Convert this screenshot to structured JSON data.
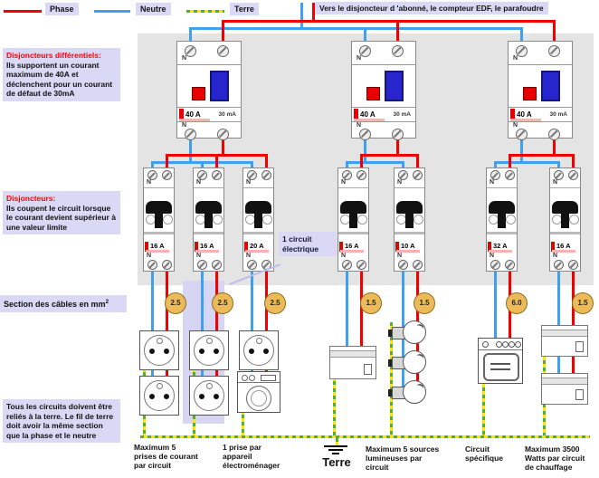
{
  "legend": {
    "items": [
      {
        "label": "Phase"
      },
      {
        "label": "Neutre"
      },
      {
        "label": "Terre"
      }
    ]
  },
  "top_note": "Vers le disjoncteur d 'abonné, le compteur EDF, le parafoudre",
  "labels": {
    "n": "N"
  },
  "info_boxes": {
    "differentials": {
      "title": "Disjoncteurs différentiels:",
      "body": "Ils supportent un courant maximum de 40A et déclenchent pour un courant de défaut de 30mA"
    },
    "breakers": {
      "title": "Disjoncteurs:",
      "body": "Ils coupent le circuit lorsque le courant devient supérieur à une valeur limite"
    },
    "cable_section": {
      "text": "Section des câbles en mm",
      "sup": "2"
    },
    "earth_note": {
      "body": "Tous les circuits doivent être reliés à la terre. Le fil de terre doit avoir la même section que la phase et le neutre"
    }
  },
  "circuit_callout": "1 circuit\nélectrique",
  "differentials": [
    {
      "rating": "40 A",
      "sensitivity": "30 mA"
    },
    {
      "rating": "40 A",
      "sensitivity": "30 mA"
    },
    {
      "rating": "40 A",
      "sensitivity": "30 mA"
    }
  ],
  "breakers": [
    {
      "rating": "16 A"
    },
    {
      "rating": "16 A"
    },
    {
      "rating": "20 A"
    },
    {
      "rating": "16 A"
    },
    {
      "rating": "10 A"
    },
    {
      "rating": "32 A"
    },
    {
      "rating": "16 A"
    }
  ],
  "sections": [
    "2.5",
    "2.5",
    "2.5",
    "1.5",
    "1.5",
    "6.0",
    "1.5"
  ],
  "earth_label": "Terre",
  "captions": [
    "Maximum 5\nprises de courant\npar circuit",
    "1 prise par\nappareil\nélectroménager",
    "Maximum 5 sources\nlumineuses par\ncircuit",
    "Circuit\nspécifique",
    "Maximum 3500\nWatts par circuit\nde chauffage"
  ],
  "colors": {
    "phase": "#f20000",
    "neutral": "#3fa0f2",
    "earth_green": "#4db32a",
    "earth_yellow": "#ffe400",
    "highlight": "#d9d9f5"
  }
}
